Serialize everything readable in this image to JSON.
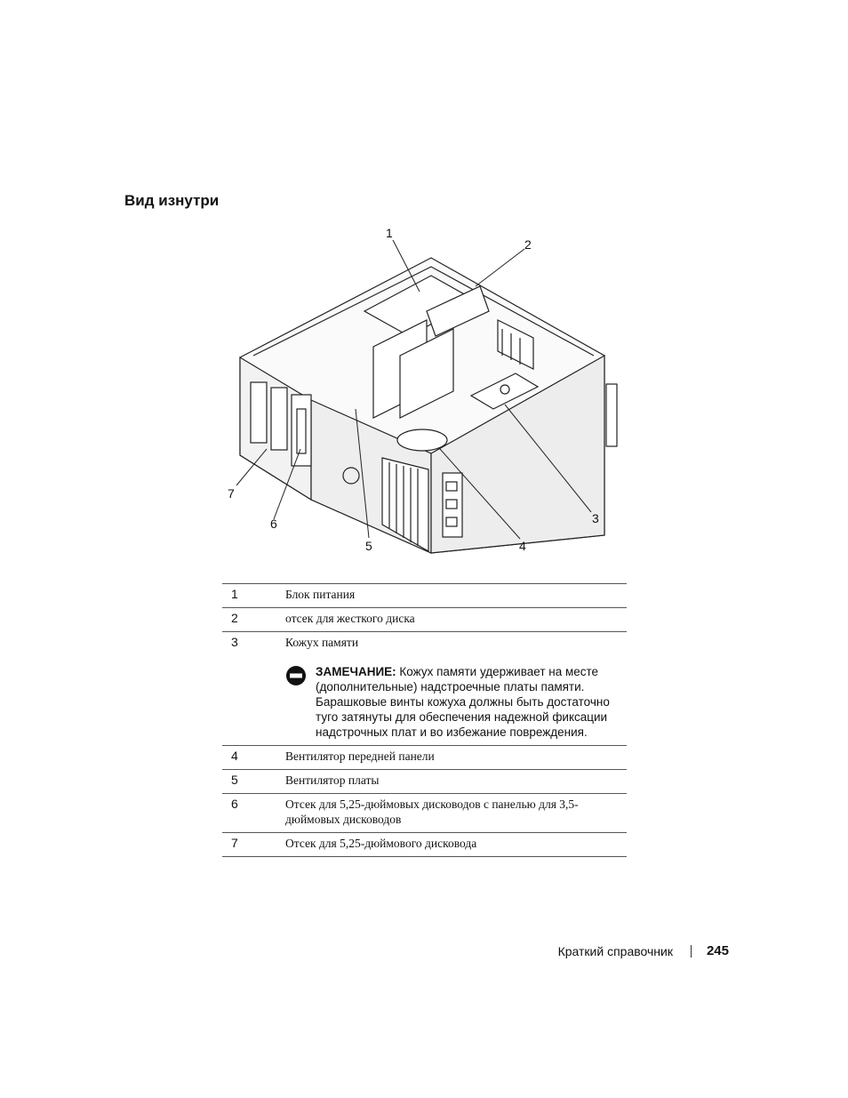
{
  "section": {
    "title": "Вид изнутри"
  },
  "figure": {
    "callouts": [
      "1",
      "2",
      "3",
      "4",
      "5",
      "6",
      "7"
    ]
  },
  "legend": {
    "rows": [
      {
        "num": "1",
        "text": "Блок питания"
      },
      {
        "num": "2",
        "text": "отсек для жесткого диска"
      },
      {
        "num": "3",
        "text": "Кожух памяти",
        "notice": {
          "label": "ЗАМЕЧАНИЕ:",
          "text": "Кожух памяти удерживает на месте (дополнительные) надстроечные платы памяти. Барашковые винты кожуха должны быть достаточно туго затянуты для обеспечения надежной фиксации надстрочных плат и во избежание повреждения."
        }
      },
      {
        "num": "4",
        "text": "Вентилятор передней панели"
      },
      {
        "num": "5",
        "text": "Вентилятор платы"
      },
      {
        "num": "6",
        "text": "Отсек для 5,25-дюймовых дисководов с панелью для 3,5-дюймовых дисководов"
      },
      {
        "num": "7",
        "text": "Отсек для 5,25-дюймового дисковода"
      }
    ]
  },
  "footer": {
    "book_title": "Краткий справочник",
    "page_number": "245"
  }
}
